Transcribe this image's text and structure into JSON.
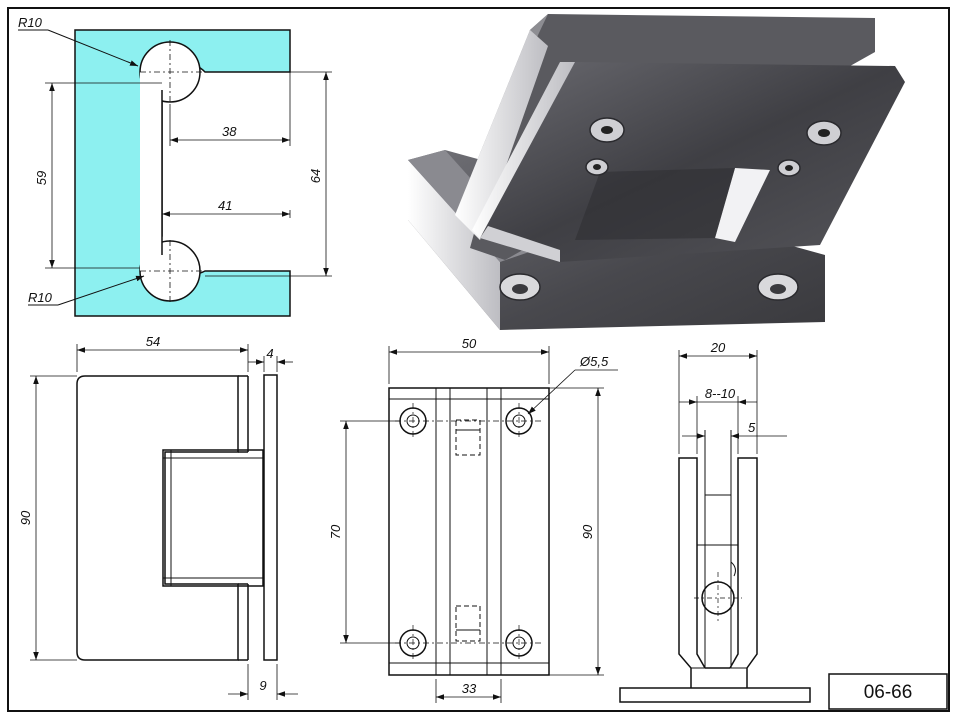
{
  "drawing": {
    "code": "06-66",
    "colors": {
      "profile_fill": "#8df0f0",
      "line": "#111111",
      "metal_dark": "#4a4a4e",
      "metal_light": "#e8e8ea"
    }
  },
  "profile_view": {
    "radius_top": "R10",
    "radius_bottom": "R10",
    "dim_38": "38",
    "dim_41": "41",
    "dim_59": "59",
    "dim_64": "64"
  },
  "side_view": {
    "dim_54": "54",
    "dim_4": "4",
    "dim_90": "90",
    "dim_9": "9"
  },
  "front_view": {
    "dim_50": "50",
    "dim_hole": "Ø5,5",
    "dim_70": "70",
    "dim_90": "90",
    "dim_33": "33"
  },
  "end_view": {
    "dim_20": "20",
    "dim_8_10": "8--10",
    "dim_5": "5"
  }
}
